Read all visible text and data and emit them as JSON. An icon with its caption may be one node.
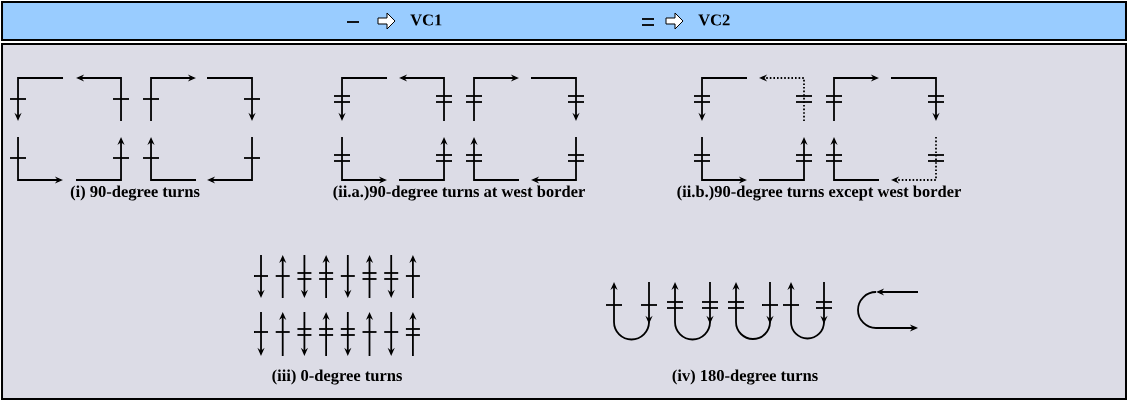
{
  "diagram": {
    "labels": [
      "(i) 90-degree turns",
      "(ii.a.)90-degree turns at west border",
      "(ii.b.)90-degree turns except west border",
      "(iii) 0-degree turns",
      "(iv) 180-degree turns"
    ],
    "legend": [
      {
        "text": "VC1"
      },
      {
        "text": "VC2"
      }
    ]
  }
}
